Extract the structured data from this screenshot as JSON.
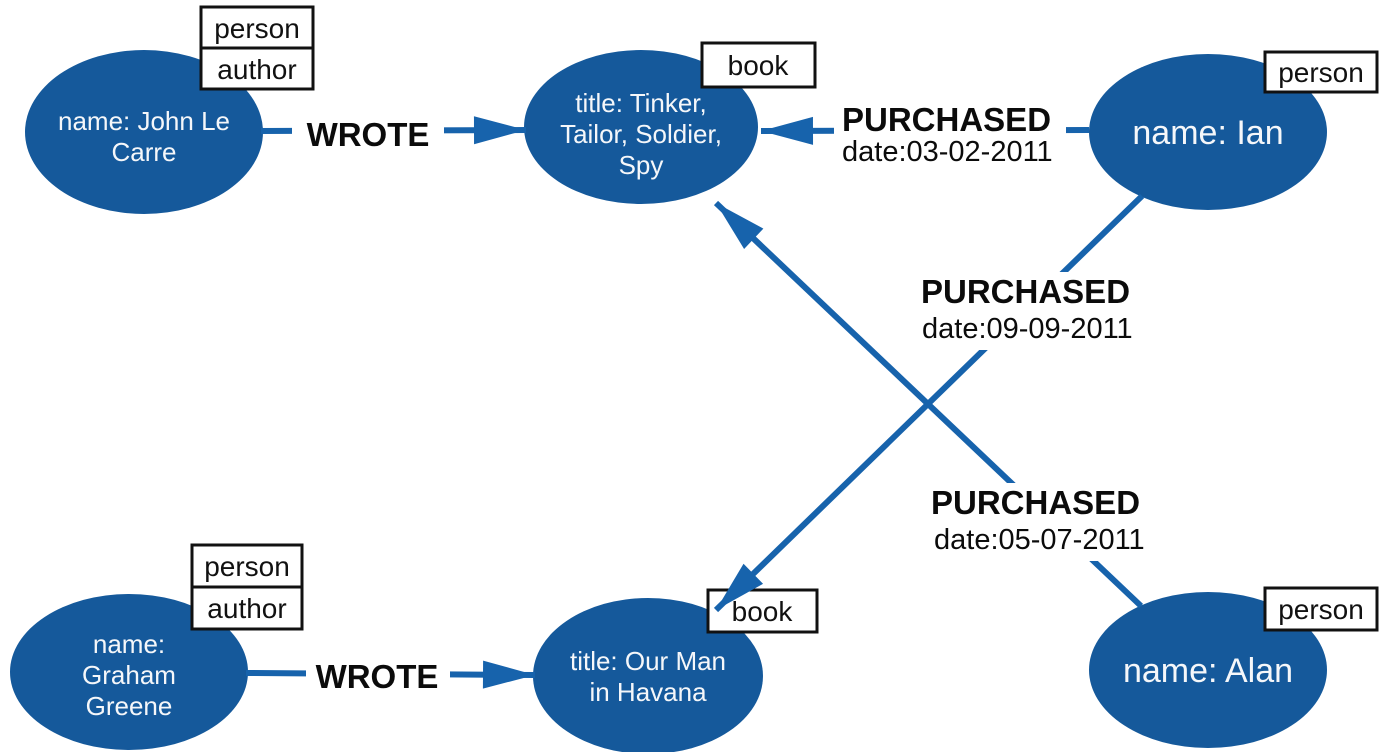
{
  "diagram_kind": "property-graph",
  "colors": {
    "node_fill": "#15599b",
    "edge_line": "#1763ac",
    "node_text": "#f5f7fa",
    "label_box_fill": "#ffffff",
    "label_box_border": "#111111",
    "edge_label_text": "#0b0b0b",
    "background": "#ffffff"
  },
  "nodes": {
    "john": {
      "labels": [
        "person",
        "author"
      ],
      "lines": [
        "name: John Le",
        "Carre"
      ]
    },
    "tinker": {
      "labels": [
        "book"
      ],
      "lines": [
        "title: Tinker,",
        "Tailor, Soldier,",
        "Spy"
      ]
    },
    "ian": {
      "labels": [
        "person"
      ],
      "lines": [
        "name: Ian"
      ]
    },
    "graham": {
      "labels": [
        "person",
        "author"
      ],
      "lines": [
        "name:",
        "Graham",
        "Greene"
      ]
    },
    "havana": {
      "labels": [
        "book"
      ],
      "lines": [
        "title: Our Man",
        "in Havana"
      ]
    },
    "alan": {
      "labels": [
        "person"
      ],
      "lines": [
        "name: Alan"
      ]
    }
  },
  "edges": {
    "wrote_john_tinker": {
      "type": "WROTE"
    },
    "wrote_graham_havana": {
      "type": "WROTE"
    },
    "purchased_ian_tinker": {
      "type": "PURCHASED",
      "date": "date:03-02-2011"
    },
    "purchased_ian_havana": {
      "type": "PURCHASED",
      "date": "date:09-09-2011"
    },
    "purchased_alan_tinker": {
      "type": "PURCHASED",
      "date": "date:05-07-2011"
    }
  }
}
